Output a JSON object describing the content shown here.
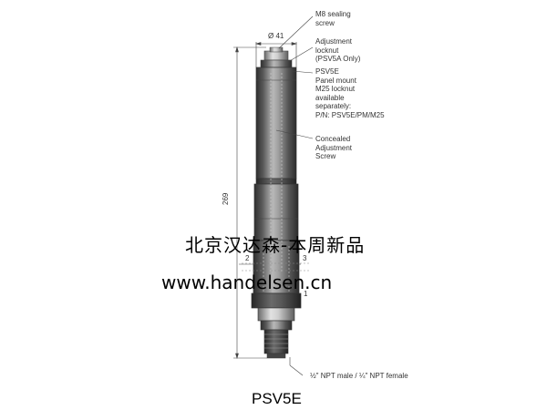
{
  "labels": {
    "m8_screw": "M8 sealing\nscrew",
    "adjustment_locknut": "Adjustment\nlocknut\n(PSV5A Only)",
    "panel_mount": "PSV5E\nPanel mount\nM25 locknut\navailable\nseparately:\nP/N: PSV5E/PM/M25",
    "concealed_screw": "Concealed\nAdjustment\nScrew",
    "port_2": "2",
    "port_3": "3",
    "port_1": "1",
    "npt_note": "½\" NPT male / ¼\" NPT female"
  },
  "dimensions": {
    "diameter": "Ø 41",
    "height": "269"
  },
  "watermark": {
    "line1": "北京汉达森-本周新品",
    "line2": "www.handelsen.cn"
  },
  "title": "PSV5E",
  "colors": {
    "body_dark": "#555555",
    "body_mid": "#7a7a7a",
    "body_light": "#b5b5b5",
    "line": "#444444"
  }
}
